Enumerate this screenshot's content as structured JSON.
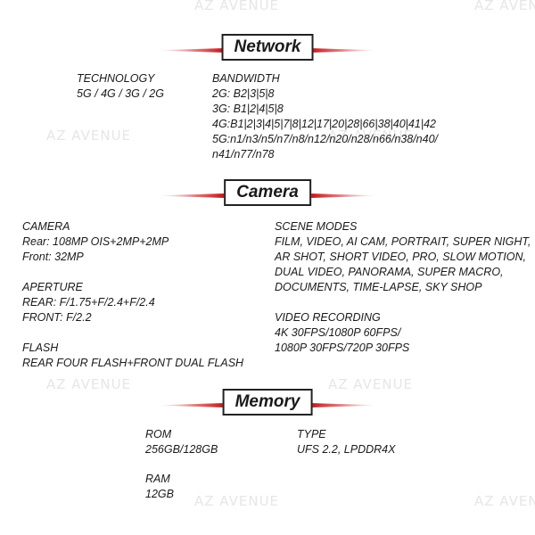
{
  "watermark": "AZ AVENUE",
  "network": {
    "title": "Network",
    "technology": [
      "TECHNOLOGY",
      "5G / 4G / 3G / 2G"
    ],
    "bandwidth": [
      "BANDWIDTH",
      "2G: B2|3|5|8",
      "3G: B1|2|4|5|8",
      "4G:B1|2|3|4|5|7|8|12|17|20|28|66|38|40|41|42",
      "5G:n1/n3/n5/n7/n8/n12/n20/n28/n66/n38/n40/",
      "n41/n77/n78"
    ]
  },
  "camera": {
    "title": "Camera",
    "camera": [
      "CAMERA",
      "Rear: 108MP OIS+2MP+2MP",
      "Front: 32MP"
    ],
    "aperture": [
      "APERTURE",
      "REAR: F/1.75+F/2.4+F/2.4",
      "FRONT: F/2.2"
    ],
    "flash": [
      "FLASH",
      "REAR FOUR FLASH+FRONT DUAL FLASH"
    ],
    "scene_modes": [
      "SCENE MODES",
      "FILM, VIDEO, AI CAM, PORTRAIT, SUPER NIGHT,",
      "AR SHOT, SHORT VIDEO, PRO, SLOW MOTION,",
      "DUAL VIDEO, PANORAMA, SUPER MACRO,",
      "DOCUMENTS, TIME-LAPSE, SKY SHOP"
    ],
    "video_recording": [
      "VIDEO RECORDING",
      "4K 30FPS/1080P 60FPS/",
      "1080P 30FPS/720P 30FPS"
    ]
  },
  "memory": {
    "title": "Memory",
    "rom": [
      "ROM",
      "256GB/128GB"
    ],
    "type": [
      "TYPE",
      "UFS 2.2, LPDDR4X"
    ],
    "ram": [
      "RAM",
      "12GB"
    ]
  }
}
